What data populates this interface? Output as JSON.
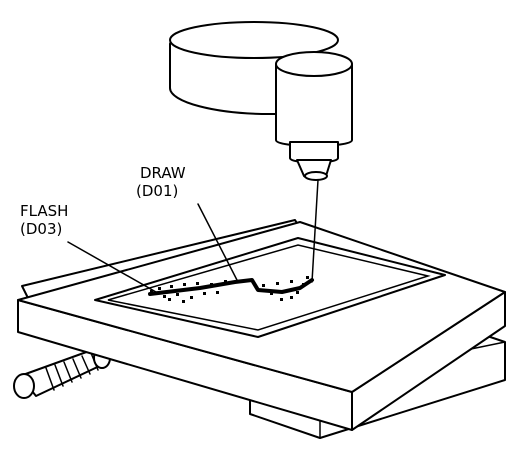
{
  "labels": {
    "draw_name": "DRAW",
    "draw_code": "(D01)",
    "flash_name": "FLASH",
    "flash_code": "(D03)"
  },
  "colors": {
    "ink": "#000000",
    "paper": "#ffffff"
  }
}
